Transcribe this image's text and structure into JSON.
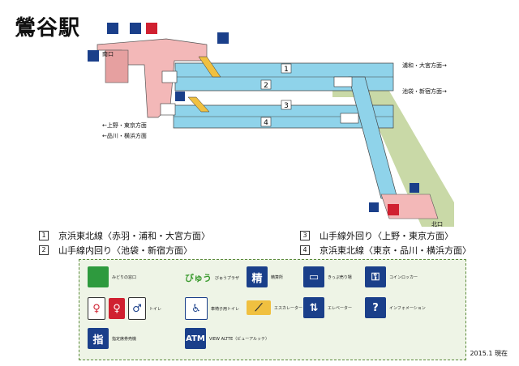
{
  "station": {
    "title": "鶯谷駅"
  },
  "map": {
    "platforms": [
      "1",
      "2",
      "3",
      "4"
    ],
    "dir_right_top": "浦和・大宮方面→",
    "dir_right_bottom": "池袋・新宿方面→",
    "dir_left_top": "←上野・東京方面",
    "dir_left_bottom": "←品川・横浜方面",
    "south_exit": "南口",
    "north_exit": "北口"
  },
  "lines": [
    {
      "num": "1",
      "name": "京浜東北線〈赤羽・浦和・大宮方面〉"
    },
    {
      "num": "2",
      "name": "山手線内回り〈池袋・新宿方面〉"
    },
    {
      "num": "3",
      "name": "山手線外回り〈上野・東京方面〉"
    },
    {
      "num": "4",
      "name": "京浜東北線〈東京・品川・横浜方面〉"
    }
  ],
  "legend": {
    "midori": "みどりの窓口",
    "viewplaza_logo": "びゅう",
    "viewplaza": "びゅうプラザ",
    "seisan_glyph": "精",
    "seisan": "精算所",
    "ticket": "きっぷ売り場",
    "locker": "コインロッカー",
    "toilet": "トイレ",
    "wheelchair_toilet": "車椅子用トイレ",
    "escalator": "エスカレーター",
    "elevator": "エレベーター",
    "info": "インフォメーション",
    "reserved_glyph": "指",
    "reserved": "指定席券売機",
    "atm_glyph": "ATM",
    "atm": "VIEW ALTTE（ビューアルッテ）"
  },
  "footer": {
    "date": "2015.1 現在"
  }
}
